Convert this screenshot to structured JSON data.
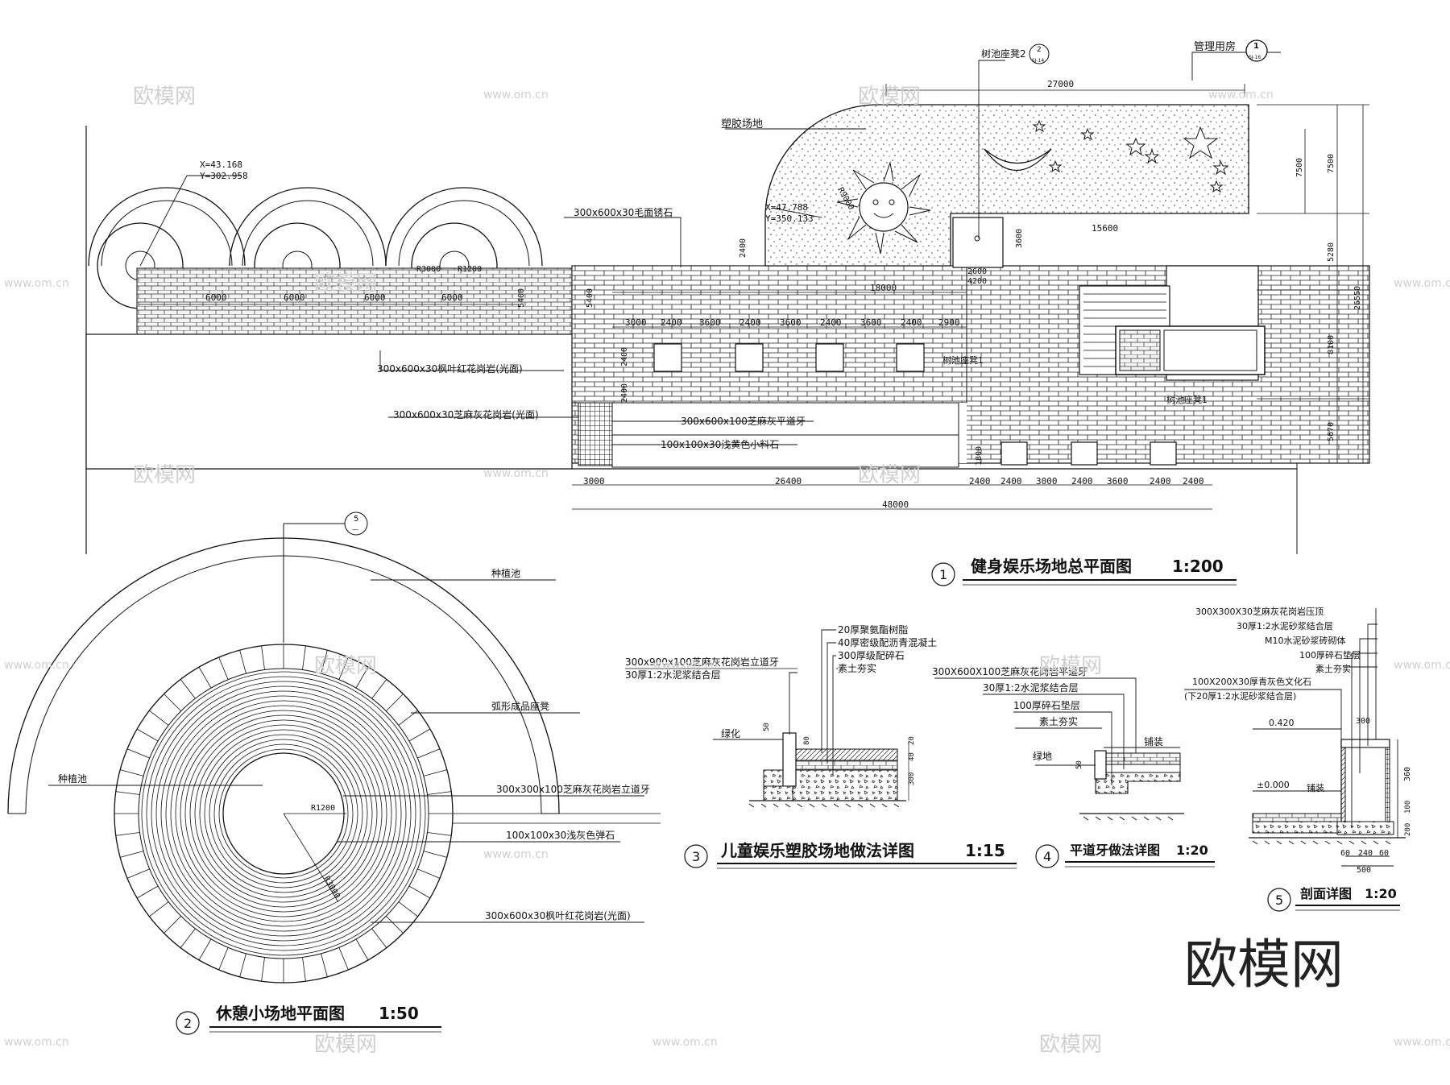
{
  "plan1": {
    "title": "健身娱乐场地总平面图",
    "scale": "1:200",
    "number": "1",
    "coord_a": [
      "X=43.168",
      "Y=302.958"
    ],
    "coord_b": [
      "X=47.788",
      "Y=350.133"
    ],
    "callouts": {
      "bench2": "树池座凳2",
      "bench2_ref": [
        "2",
        "SJ-14"
      ],
      "mgmt": "管理用房",
      "mgmt_ref": [
        "1",
        "SJ-16"
      ],
      "plastic": "塑胶场地",
      "granite_rust": "300x600x30毛面锈石",
      "maple_red": "300x600x30枫叶红花岗岩(光面)",
      "sesame_grey": "300x600x30芝麻灰花岗岩(光面)",
      "curb": "300x600x100芝麻灰平道牙",
      "small_stone": "100x100x30浅黄色小料石",
      "tree_bench": "树池座凳1",
      "tree_bench_b": "树池座凳1"
    },
    "dims_top": [
      "27000"
    ],
    "dims_r1": [
      "R3000",
      "R1200",
      "R9000"
    ],
    "dims_row_a": [
      "6000",
      "6000",
      "6000",
      "6000",
      "5400",
      "5400"
    ],
    "dims_row_b": [
      "3000",
      "2400",
      "3600",
      "2400",
      "3600",
      "2400",
      "3600",
      "2400",
      "2900"
    ],
    "dims_misc": [
      "18000",
      "15600",
      "2600",
      "4200",
      "3600",
      "2400",
      "2400",
      "2400",
      "2400",
      "1800"
    ],
    "dims_bottom": [
      "3000",
      "26400",
      "2400",
      "2400",
      "3000",
      "2400",
      "3600",
      "2400",
      "2400"
    ],
    "dims_total": "48000",
    "dims_right": [
      "7500",
      "5280",
      "8100",
      "5670",
      "26550"
    ],
    "dims_right_small": "7500"
  },
  "plan2": {
    "title": "休憩小场地平面图",
    "scale": "1:50",
    "number": "2",
    "ref": [
      "5",
      "—"
    ],
    "labels": {
      "planter_top": "种植池",
      "planter_left": "种植池",
      "bench": "弧形成品座凳",
      "curb": "300x300x100芝麻灰花岗岩立道牙",
      "pebble": "100x100x30浅灰色弹石",
      "maple": "300x600x30枫叶红花岗岩(光面)"
    },
    "r1": "R1200",
    "r2": "R3000"
  },
  "detail3": {
    "title": "儿童娱乐塑胶场地做法详图",
    "scale": "1:15",
    "number": "3",
    "layers": [
      "20厚聚氨酯树脂",
      "40厚密级配沥青混凝土",
      "300厚级配碎石",
      "素土夯实"
    ],
    "side": [
      "300x900x100芝麻灰花岗岩立道牙",
      "30厚1:2水泥浆结合层"
    ],
    "green": "绿化",
    "dims": [
      "50",
      "80",
      "20",
      "40",
      "300"
    ]
  },
  "detail4": {
    "title": "平道牙做法详图",
    "scale": "1:20",
    "number": "4",
    "layers": [
      "300X600X100芝麻灰花岗岩平道牙",
      "30厚1:2水泥浆结合层",
      "100厚碎石垫层",
      "素土夯实"
    ],
    "green": "绿地",
    "paving": "铺装",
    "dims": [
      "50"
    ]
  },
  "detail5": {
    "title": "剖面详图",
    "scale": "1:20",
    "number": "5",
    "layers": [
      "300X300X30芝麻灰花岗岩压顶",
      "30厚1:2水泥砂浆结合层",
      "M10水泥砂浆砖砌体",
      "100厚碎石垫层",
      "素土夯实"
    ],
    "side": [
      "100X200X30厚青灰色文化石",
      "(下20厚1:2水泥砂浆结合层)"
    ],
    "level1": "0.420",
    "level0": "±0.000",
    "paving": "铺装",
    "dims": [
      "300",
      "360",
      "100",
      "200",
      "60",
      "240",
      "60",
      "500"
    ]
  },
  "watermark": {
    "brand": "欧模网",
    "small": "欧模网",
    "url": "www.om.cn"
  }
}
